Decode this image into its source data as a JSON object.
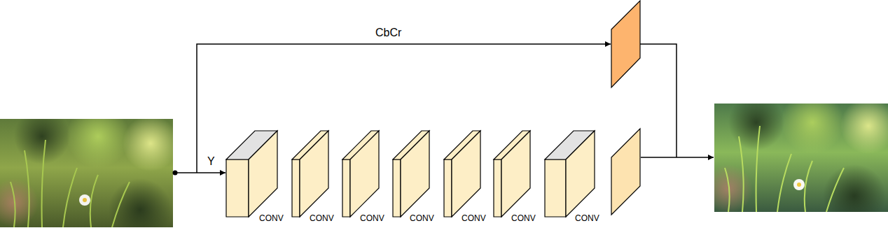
{
  "diagram": {
    "nodes": [
      {
        "text": [
          "CONV"
        ]
      },
      {
        "text": [
          "CONV"
        ]
      },
      {
        "text": [
          "CONV"
        ]
      },
      {
        "text": [
          "CONV"
        ]
      },
      {
        "text": [
          "CONV"
        ]
      },
      {
        "text": [
          "CONV"
        ]
      },
      {
        "text": [
          "CONV"
        ]
      }
    ],
    "labels": [
      "CbCr",
      "Y"
    ]
  }
}
